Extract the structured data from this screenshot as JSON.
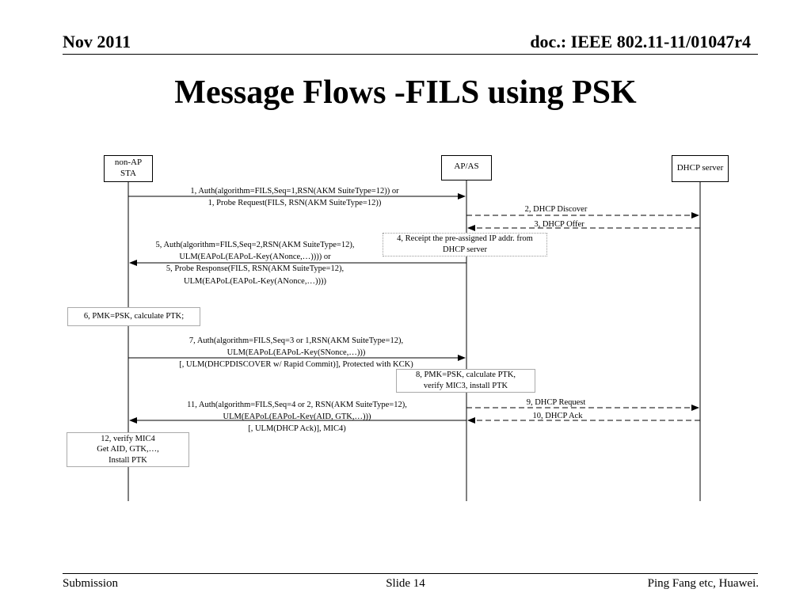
{
  "header": {
    "date": "Nov 2011",
    "doc": "doc.: IEEE 802.11-11/01047r4"
  },
  "title": "Message Flows -FILS using PSK",
  "footer": {
    "left": "Submission",
    "center": "Slide 14",
    "right": "Ping Fang etc, Huawei."
  },
  "entities": {
    "sta": [
      "non-AP",
      "STA"
    ],
    "ap": [
      "AP/AS"
    ],
    "dhcp": [
      "DHCP server"
    ]
  },
  "messages": {
    "m1": [
      "1, Auth(algorithm=FILS,Seq=1,RSN(AKM SuiteType=12))  or",
      "1, Probe Request(FILS, RSN(AKM SuiteType=12))"
    ],
    "m2": [
      "2, DHCP Discover"
    ],
    "m3": [
      "3, DHCP Offer"
    ],
    "m5": [
      "5, Auth(algorithm=FILS,Seq=2,RSN(AKM SuiteType=12),",
      "ULM(EAPoL(EAPoL-Key(ANonce,…))))   or",
      "5, Probe Response(FILS, RSN(AKM SuiteType=12),",
      "ULM(EAPoL(EAPoL-Key(ANonce,…))))"
    ],
    "m7": [
      "7, Auth(algorithm=FILS,Seq=3 or 1,RSN(AKM SuiteType=12),",
      "ULM(EAPoL(EAPoL-Key(SNonce,…)))",
      "[, ULM(DHCPDISCOVER w/ Rapid Commit)],  Protected with KCK)"
    ],
    "m9": [
      "9, DHCP Request"
    ],
    "m10": [
      "10, DHCP Ack"
    ],
    "m11": [
      "11, Auth(algorithm=FILS,Seq=4 or 2, RSN(AKM SuiteType=12),",
      "ULM(EAPoL(EAPoL-Key(AID, GTK,…)))",
      "[, ULM(DHCP Ack)], MIC4)"
    ]
  },
  "notes": {
    "n4": [
      "4, Receipt the pre-assigned IP addr. from",
      "DHCP server"
    ],
    "n6": [
      "6, PMK=PSK, calculate PTK;"
    ],
    "n8": [
      "8, PMK=PSK, calculate PTK,",
      "verify MIC3, install PTK"
    ],
    "n12": [
      "12, verify MIC4",
      "Get AID, GTK,…,",
      "Install PTK"
    ]
  }
}
